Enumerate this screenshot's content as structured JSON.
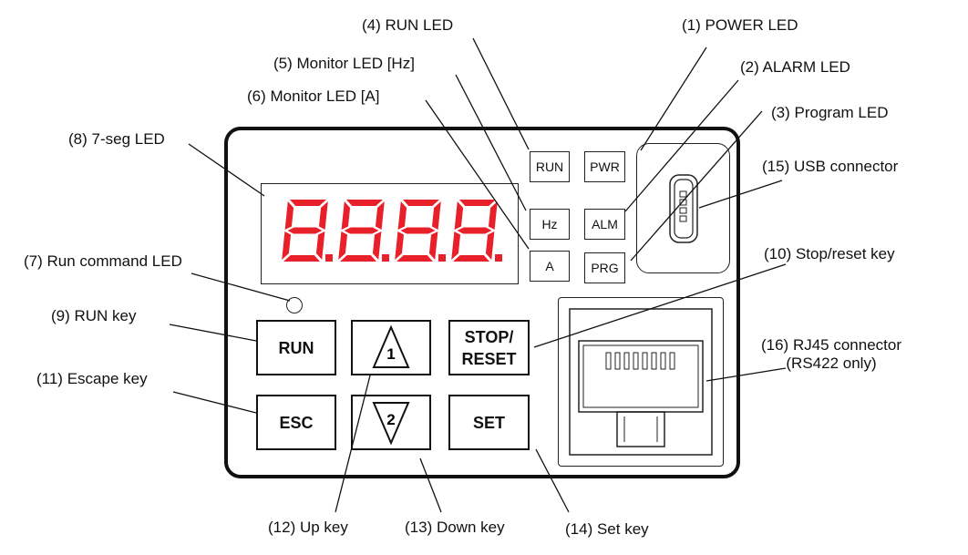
{
  "labels": {
    "power_led": "(1) POWER LED",
    "alarm_led": "(2) ALARM LED",
    "program_led": "(3) Program LED",
    "run_led": "(4) RUN LED",
    "monitor_hz": "(5) Monitor LED [Hz]",
    "monitor_a": "(6) Monitor LED [A]",
    "run_command_led": "(7) Run command LED",
    "seg_led": "(8) 7-seg LED",
    "run_key": "(9) RUN key",
    "stop_reset_key": "(10) Stop/reset key",
    "escape_key": "(11) Escape key",
    "up_key": "(12) Up key",
    "down_key": "(13) Down key",
    "set_key": "(14) Set key",
    "usb_connector": "(15) USB connector",
    "rj45_line1": "(16) RJ45 connector",
    "rj45_line2": "(RS422 only)"
  },
  "indicators": {
    "run": "RUN",
    "pwr": "PWR",
    "hz": "Hz",
    "alm": "ALM",
    "a": "A",
    "prg": "PRG"
  },
  "keys": {
    "run": "RUN",
    "up": "1",
    "stop_line1": "STOP/",
    "stop_line2": "RESET",
    "esc": "ESC",
    "down": "2",
    "set": "SET"
  },
  "display": {
    "digits": "8.8.8.8.",
    "segment_color": "#e8202a"
  }
}
